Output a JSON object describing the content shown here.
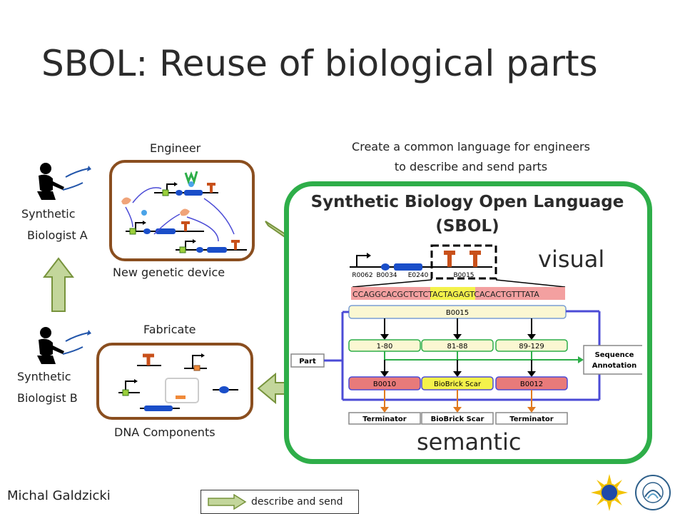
{
  "slide": {
    "title": "SBOL: Reuse of biological parts",
    "author": "Michal Galdzicki"
  },
  "left": {
    "biologist_a": [
      "Synthetic",
      "Biologist A"
    ],
    "biologist_b": [
      "Synthetic",
      "Biologist B"
    ],
    "engineer_label": "Engineer",
    "engineer_caption": "New genetic device",
    "fabricate_label": "Fabricate",
    "fabricate_caption": "DNA Components"
  },
  "sbol": {
    "intro": [
      "Create a common language for engineers",
      "to describe and send parts"
    ],
    "title_line1": "Synthetic Biology Open Language",
    "title_line2": "(SBOL)",
    "visual_word": "visual",
    "semantic_word": "semantic",
    "part_labels": [
      "R0062",
      "B0034",
      "E0240",
      "B0015"
    ],
    "sequence": {
      "before": "CCAGGCACGCTCTC",
      "highlight": "TACTAGAG",
      "after": "TCACACTGTTTATA"
    },
    "component": "B0015",
    "ranges": [
      "1-80",
      "81-88",
      "89-129"
    ],
    "subparts": [
      "B0010",
      "BioBrick Scar",
      "B0012"
    ],
    "types": [
      "Terminator",
      "BioBrick Scar",
      "Terminator"
    ],
    "part_tag": "Part",
    "seq_annotation": [
      "Sequence",
      "Annotation"
    ]
  },
  "legend": {
    "label": "describe and send",
    "arrow_color": "#c3d69b"
  },
  "colors": {
    "sbol_border": "#2eae49",
    "panel_border": "#8a4e1f",
    "blue_lines": "#4b4bd6",
    "green_lines": "#2eae49",
    "orange_lines": "#e07a1f",
    "subpart_fill": "#e87a7a",
    "range_fill": "#fbf7d2"
  }
}
